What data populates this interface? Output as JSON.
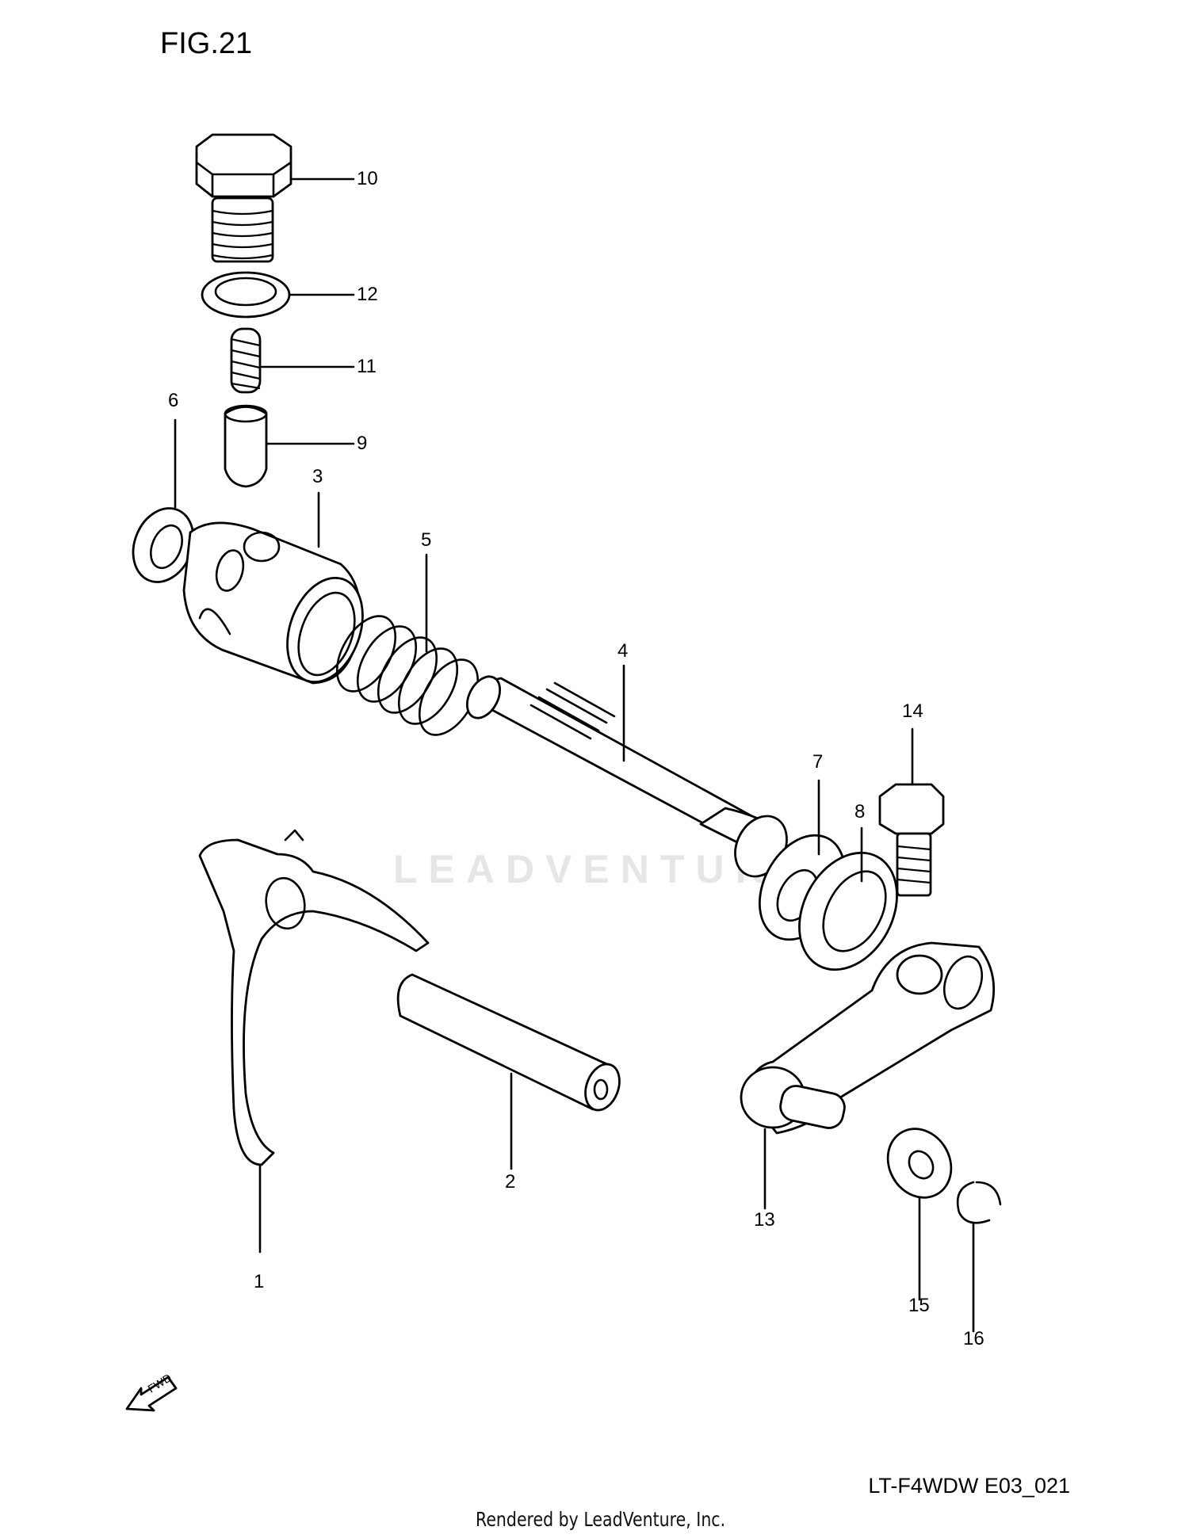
{
  "figure_title": "FIG.21",
  "diagram_code": "LT-F4WDW E03_021",
  "credit": "Rendered by LeadVenture, Inc.",
  "watermark": "LEADVENTURE",
  "fwd_arrow_label": "FWD",
  "callouts": {
    "c1": "1",
    "c2": "2",
    "c3": "3",
    "c4": "4",
    "c5": "5",
    "c6": "6",
    "c7": "7",
    "c8": "8",
    "c9": "9",
    "c10": "10",
    "c11": "11",
    "c12": "12",
    "c13": "13",
    "c14": "14",
    "c15": "15",
    "c16": "16"
  }
}
